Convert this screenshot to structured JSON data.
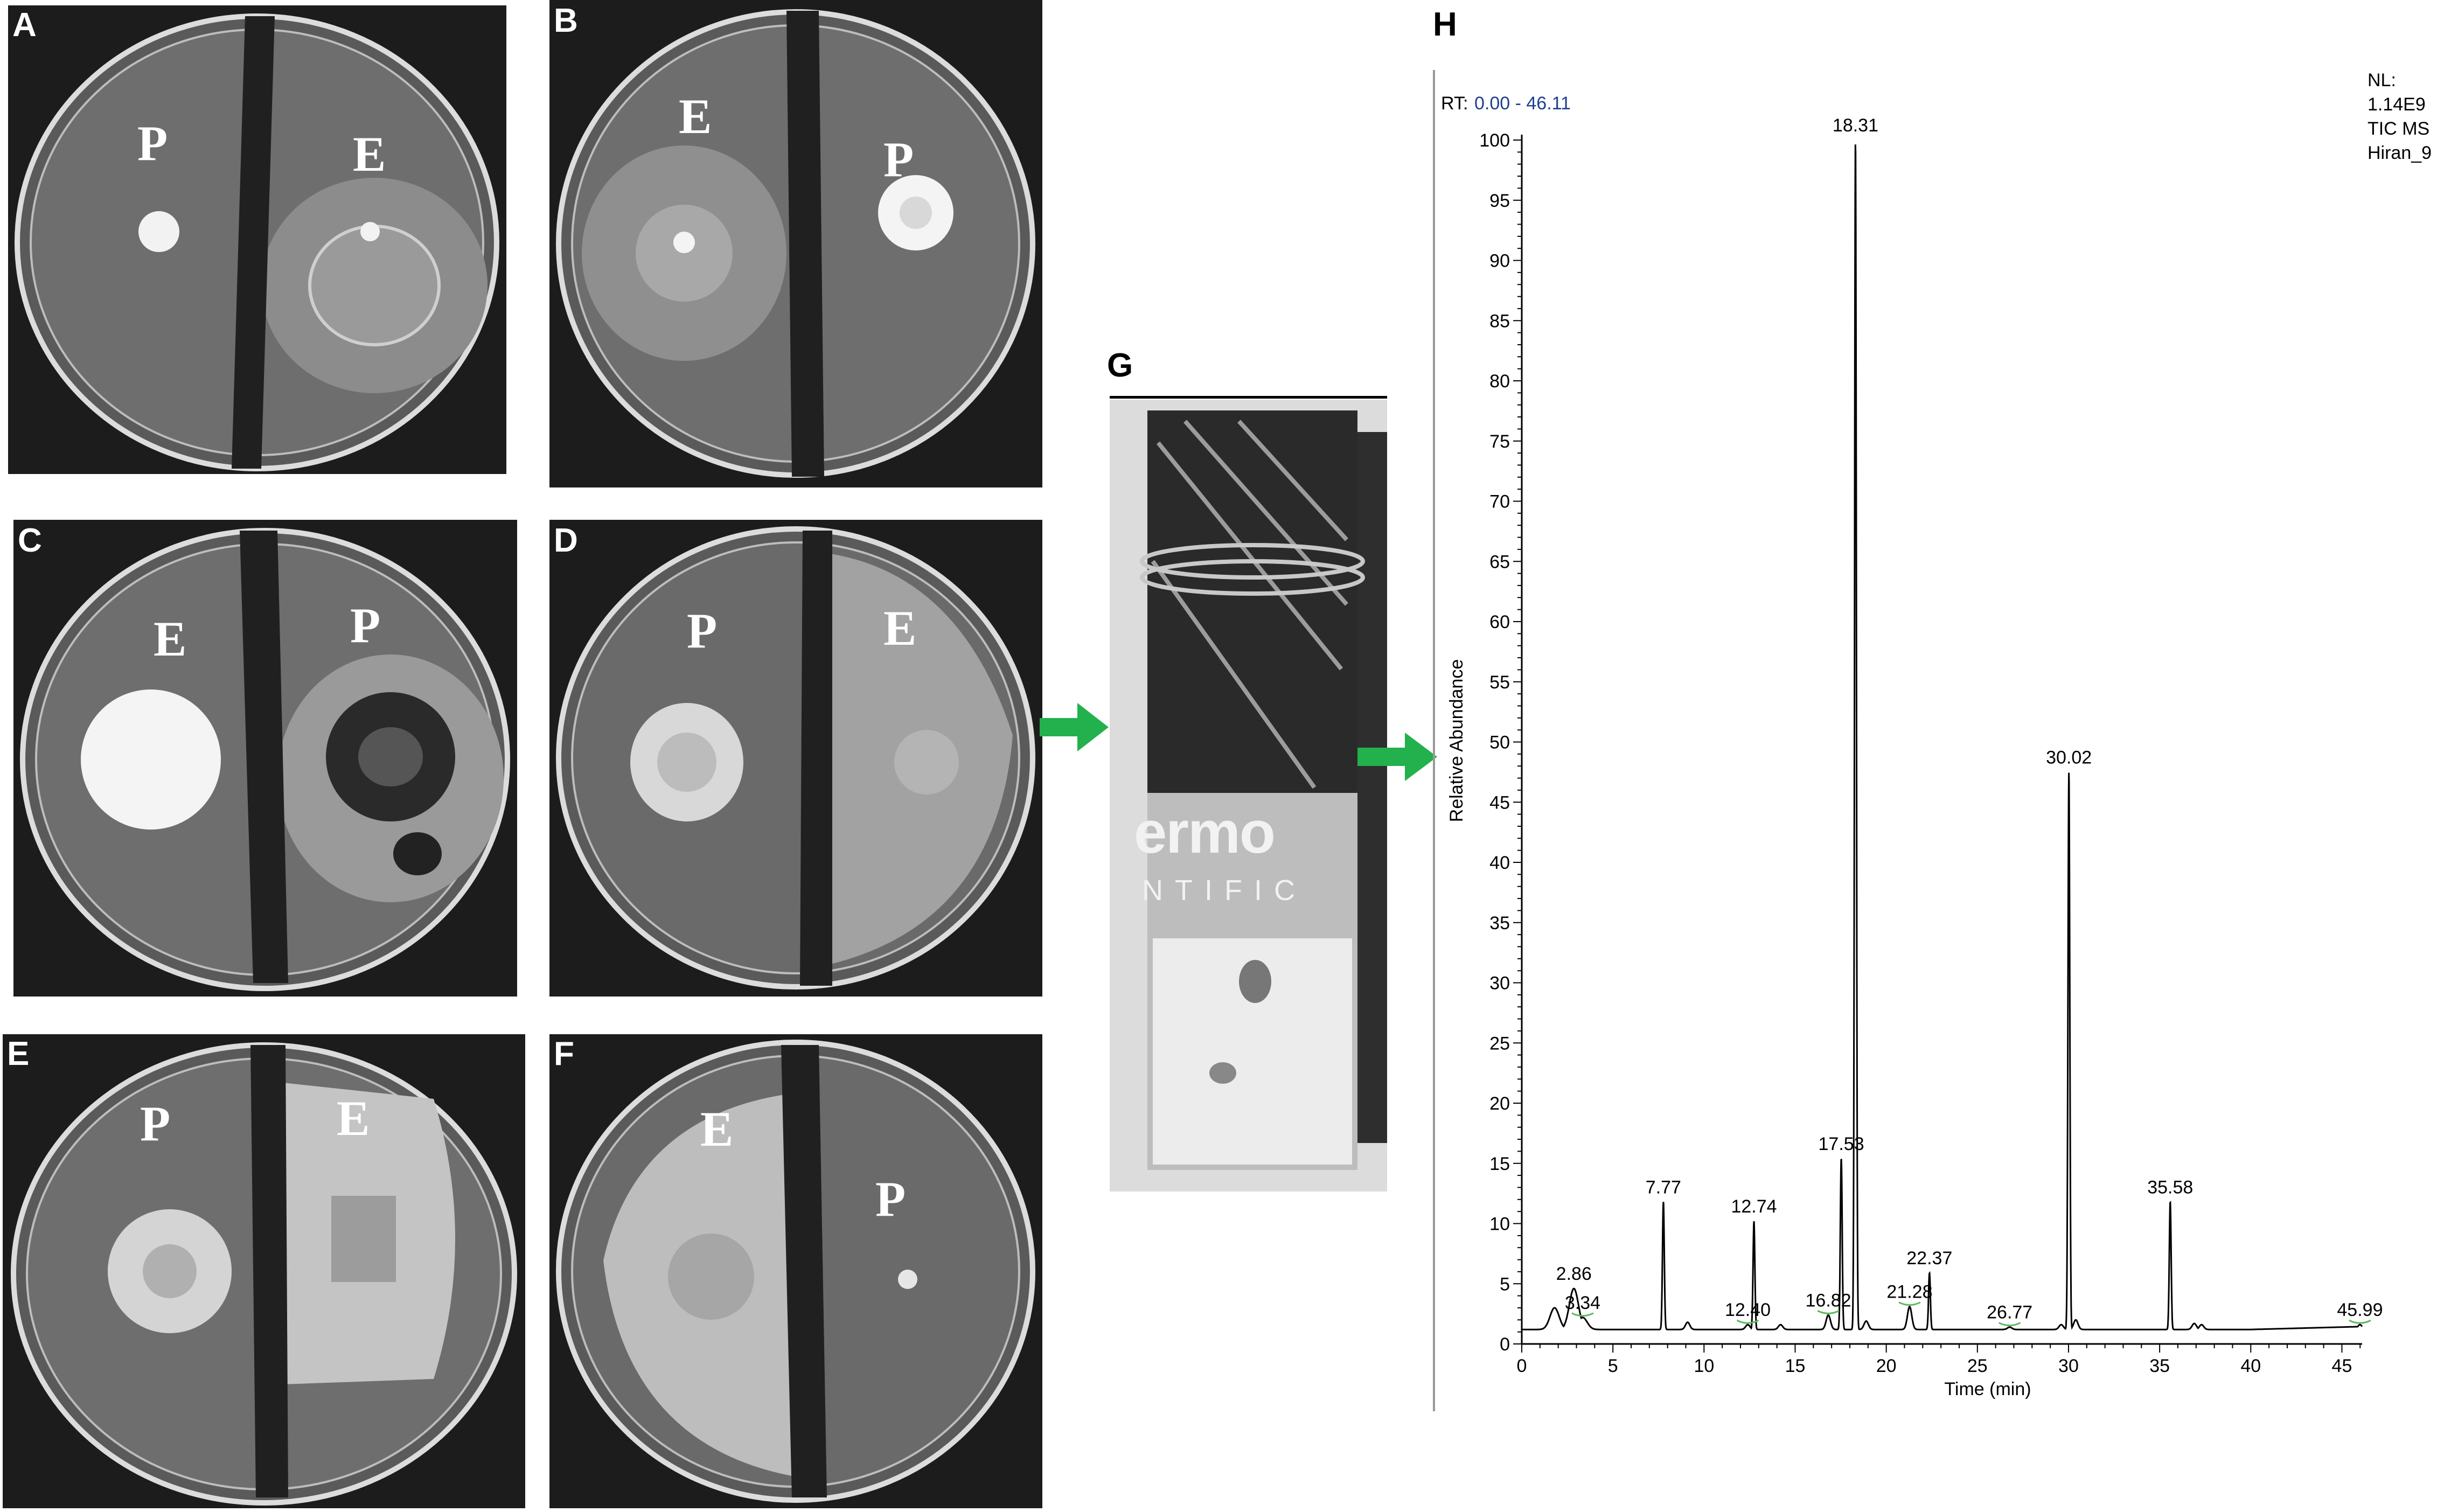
{
  "panels": {
    "A": {
      "label": "A",
      "left_organism": "P",
      "right_organism": "E"
    },
    "B": {
      "label": "B",
      "left_organism": "E",
      "right_organism": "P"
    },
    "C": {
      "label": "C",
      "left_organism": "E",
      "right_organism": "P"
    },
    "D": {
      "label": "D",
      "left_organism": "P",
      "right_organism": "E"
    },
    "E": {
      "label": "E",
      "left_organism": "P",
      "right_organism": "E"
    },
    "F": {
      "label": "F",
      "left_organism": "E",
      "right_organism": "P"
    },
    "G": {
      "label": "G",
      "logo_text": "ermo",
      "logo_sub": "NTIFIC"
    },
    "H": {
      "label": "H"
    }
  },
  "colors": {
    "arrow": "#22b14c",
    "peak_label": "#000000",
    "rt_value": "#1f3f8f",
    "trace": "#000000",
    "integration_mark": "#5cb85c"
  },
  "chart_data": {
    "type": "line",
    "rt_prefix": "RT:",
    "rt_range_text": "0.00 - 46.11",
    "nl_lines": [
      "NL:",
      "1.14E9",
      "TIC  MS",
      "Hiran_9"
    ],
    "xlabel": "Time (min)",
    "ylabel": "Relative Abundance",
    "xlim": [
      0,
      46.11
    ],
    "ylim": [
      0,
      100
    ],
    "x_ticks": [
      0,
      5,
      10,
      15,
      20,
      25,
      30,
      35,
      40,
      45
    ],
    "y_ticks": [
      0,
      5,
      10,
      15,
      20,
      25,
      30,
      35,
      40,
      45,
      50,
      55,
      60,
      65,
      70,
      75,
      80,
      85,
      90,
      95,
      100
    ],
    "baseline": 1.2,
    "peaks": [
      {
        "rt": 1.8,
        "height": 3.0,
        "label": ""
      },
      {
        "rt": 2.86,
        "height": 4.6,
        "label": "2.86"
      },
      {
        "rt": 3.34,
        "height": 2.2,
        "label": "3.34"
      },
      {
        "rt": 7.77,
        "height": 11.8,
        "label": "7.77"
      },
      {
        "rt": 9.1,
        "height": 1.8,
        "label": ""
      },
      {
        "rt": 12.4,
        "height": 1.6,
        "label": "12.40"
      },
      {
        "rt": 12.74,
        "height": 10.2,
        "label": "12.74"
      },
      {
        "rt": 14.2,
        "height": 1.6,
        "label": ""
      },
      {
        "rt": 16.82,
        "height": 2.4,
        "label": "16.82"
      },
      {
        "rt": 17.53,
        "height": 15.4,
        "label": "17.53"
      },
      {
        "rt": 18.31,
        "height": 100,
        "label": "18.31"
      },
      {
        "rt": 18.9,
        "height": 1.9,
        "label": ""
      },
      {
        "rt": 21.28,
        "height": 3.1,
        "label": "21.28"
      },
      {
        "rt": 22.37,
        "height": 5.9,
        "label": "22.37"
      },
      {
        "rt": 26.77,
        "height": 1.4,
        "label": "26.77"
      },
      {
        "rt": 29.6,
        "height": 1.6,
        "label": ""
      },
      {
        "rt": 30.02,
        "height": 47.5,
        "label": "30.02"
      },
      {
        "rt": 30.4,
        "height": 2.0,
        "label": ""
      },
      {
        "rt": 35.58,
        "height": 11.8,
        "label": "35.58"
      },
      {
        "rt": 36.9,
        "height": 1.7,
        "label": ""
      },
      {
        "rt": 37.3,
        "height": 1.6,
        "label": ""
      },
      {
        "rt": 45.99,
        "height": 1.6,
        "label": "45.99"
      }
    ]
  }
}
